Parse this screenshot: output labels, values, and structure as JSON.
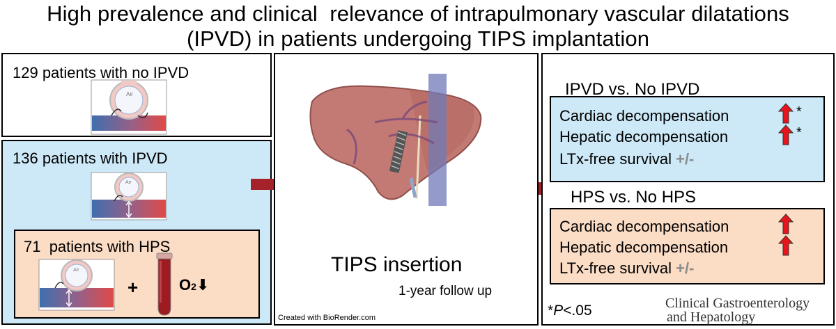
{
  "title": {
    "line1": "High prevalence and clinical  relevance of intrapulmonary vascular dilatations",
    "line2": "(IPVD) in patients undergoing TIPS implantation"
  },
  "left": {
    "no_ipvd_label": "129 patients with no IPVD",
    "ipvd_label": "136 patients with IPVD",
    "hps_label": "71  patients with HPS",
    "alveolus_text": "Air",
    "plus": "+",
    "o2": "O",
    "o2_sub": "2",
    "o2_arrow": "⬇"
  },
  "middle": {
    "tips_label": "TIPS insertion",
    "follow_up": "1-year follow up",
    "credit": "Created with BioRender.com"
  },
  "right": {
    "ipvd_heading": "IPVD vs. No IPVD",
    "ipvd_items": [
      {
        "label": "Cardiac decompensation",
        "star": "*"
      },
      {
        "label": "Hepatic decompensation",
        "star": "*"
      }
    ],
    "ipvd_survival": "LTx-free survival",
    "hps_heading": "HPS vs. No HPS",
    "hps_items": [
      {
        "label": "Cardiac decompensation"
      },
      {
        "label": "Hepatic decompensation"
      }
    ],
    "hps_survival": "LTx-free survival",
    "plus_minus": "+/-",
    "pvalue_star": "*",
    "pvalue_p": "P",
    "pvalue_rest": "<.05",
    "journal_line1": "Clinical Gastroenterology",
    "journal_line2": "and Hepatology"
  },
  "colors": {
    "ipvd_bg": "#cde9f8",
    "hps_bg": "#fbdcc5",
    "flow_arrow": "#a5222a",
    "up_arrow": "#e8141b",
    "vessel_blue": "#3e6fae",
    "vessel_red": "#e04a46",
    "liver": "#c47a74"
  }
}
